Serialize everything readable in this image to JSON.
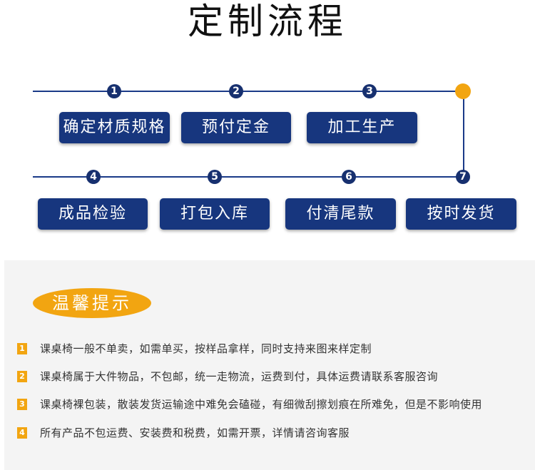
{
  "title": "定制流程",
  "colors": {
    "navy": "#17367e",
    "orange": "#f2a511",
    "tip_bg": "#f4f4f4"
  },
  "steps": [
    {
      "number": "1",
      "label": "确定材质规格"
    },
    {
      "number": "2",
      "label": "预付定金"
    },
    {
      "number": "3",
      "label": "加工生产"
    },
    {
      "number": "4",
      "label": "成品检验"
    },
    {
      "number": "5",
      "label": "打包入库"
    },
    {
      "number": "6",
      "label": "付清尾款"
    },
    {
      "number": "7",
      "label": "按时发货"
    }
  ],
  "tips": {
    "heading": "温馨提示",
    "items": [
      {
        "number": "1",
        "text": "课桌椅一般不单卖，如需单买，按样品拿样，同时支持来图来样定制"
      },
      {
        "number": "2",
        "text": "课桌椅属于大件物品，不包邮，统一走物流，运费到付，具体运费请联系客服咨询"
      },
      {
        "number": "3",
        "text": "课桌椅裸包装，散装发货运输途中难免会磕碰，有细微刮擦划痕在所难免，但是不影响使用"
      },
      {
        "number": "4",
        "text": "所有产品不包运费、安装费和税费，如需开票，详情请咨询客服"
      }
    ]
  }
}
